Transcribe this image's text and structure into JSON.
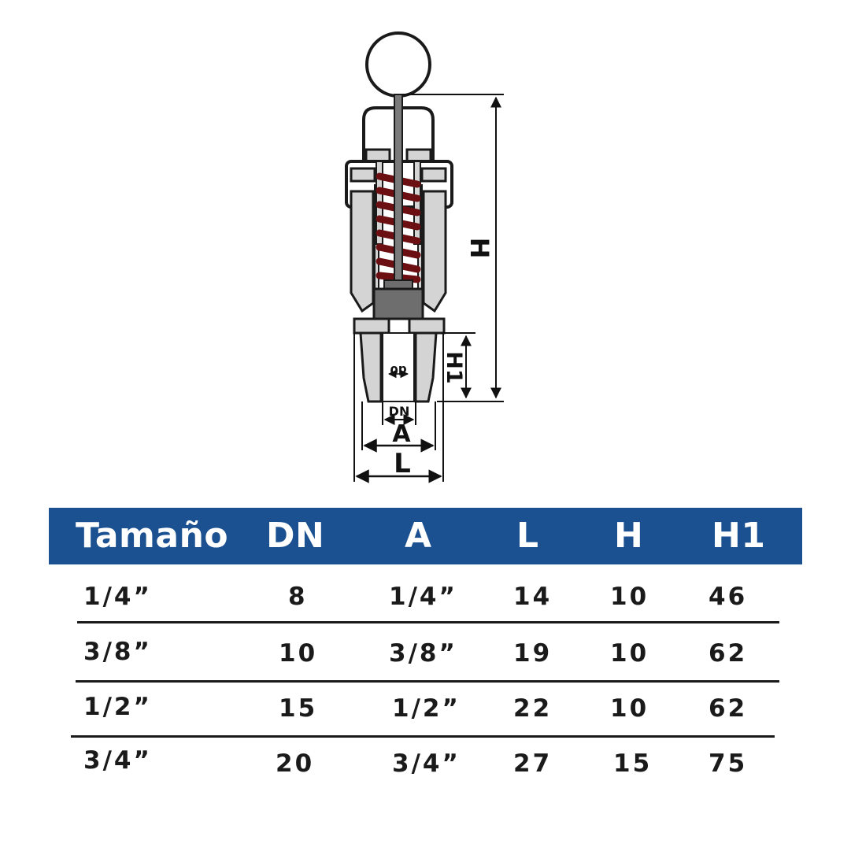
{
  "diagram": {
    "dimension_labels": {
      "H": "H",
      "H1": "H1",
      "d0": "d0",
      "DN": "DN",
      "A": "A",
      "L": "L"
    },
    "colors": {
      "body": "#d4d4d4",
      "outline": "#1a1a1a",
      "spring": "#6b0f12",
      "stem": "#7a7a7a",
      "disc": "#6e6e6e"
    }
  },
  "table": {
    "header_color": "#1b5190",
    "headers": [
      "Tamaño",
      "DN",
      "A",
      "L",
      "H",
      "H1"
    ],
    "rows": [
      [
        "1/4”",
        "8",
        "1/4”",
        "14",
        "10",
        "46"
      ],
      [
        "3/8”",
        "10",
        "3/8”",
        "19",
        "10",
        "62"
      ],
      [
        "1/2”",
        "15",
        "1/2”",
        "22",
        "10",
        "62"
      ],
      [
        "3/4”",
        "20",
        "3/4”",
        "27",
        "15",
        "75"
      ]
    ]
  }
}
